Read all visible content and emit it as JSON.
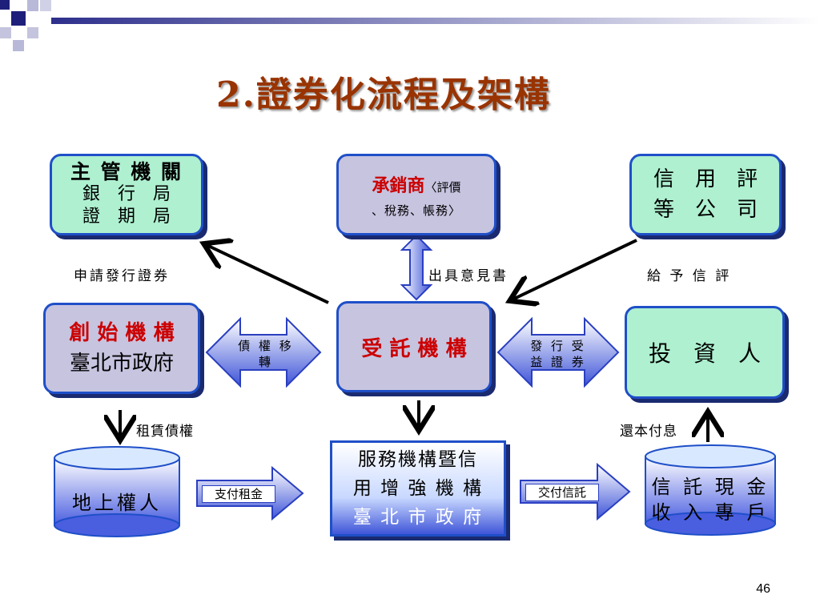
{
  "title": "2.證券化流程及架構",
  "page_number": "46",
  "boxes": {
    "regulator": {
      "line1": "主 管 機 關",
      "line2": "銀　行　局",
      "line3": "證　期　局"
    },
    "underwriter": {
      "name": "承銷商",
      "note1": "〈評價",
      "note2": "、稅務、帳務〉"
    },
    "rating": {
      "line1": "信　用　評",
      "line2": "等　公　司"
    },
    "originator": {
      "line1": "創 始 機 構",
      "line2": "臺北市政府"
    },
    "trustee": {
      "label": "受 託 機 構"
    },
    "investor": {
      "label": "投　資　人"
    },
    "servicer": {
      "line1": "服務機構暨信",
      "line2": "用 增 強 機 構",
      "line3": "臺 北 市 政 府"
    }
  },
  "cylinders": {
    "lessee": "地上權人",
    "trust_account_line1": "信 託 現 金",
    "trust_account_line2": "收 入 專 戶"
  },
  "labels": {
    "apply": "申請發行證券",
    "opinion": "出具意見書",
    "give_rating": "給 予 信 評",
    "lease_claim": "租賃債權",
    "repay": "還本付息"
  },
  "arrows": {
    "claim_transfer_1": "債 權 移",
    "claim_transfer_2": "轉",
    "issue_1": "發 行 受",
    "issue_2": "益 證 券",
    "pay_rent": "支付租金",
    "pay_trust": "交付信託"
  },
  "colors": {
    "title": "#993300",
    "border": "#1f4fc8",
    "green_fill": "#aef0d0",
    "gray_fill": "#c7c4e0",
    "red_text": "#cc0000"
  }
}
